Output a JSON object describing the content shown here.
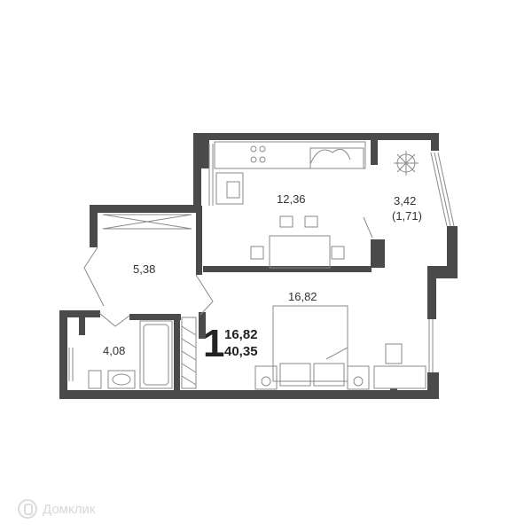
{
  "plan": {
    "rooms": [
      {
        "id": "kitchen",
        "area": "12,36"
      },
      {
        "id": "loggia",
        "area": "3,42",
        "area_reduced": "(1,71)"
      },
      {
        "id": "hall",
        "area": "5,38"
      },
      {
        "id": "living",
        "area": "16,82"
      },
      {
        "id": "bathroom",
        "area": "4,08"
      }
    ],
    "summary": {
      "rooms": "1",
      "living_area": "16,82",
      "total_area": "40,35"
    },
    "wall_color": "#4a4a4a",
    "line_color": "#8a8a8a"
  },
  "watermark": {
    "text": "Домклик"
  }
}
